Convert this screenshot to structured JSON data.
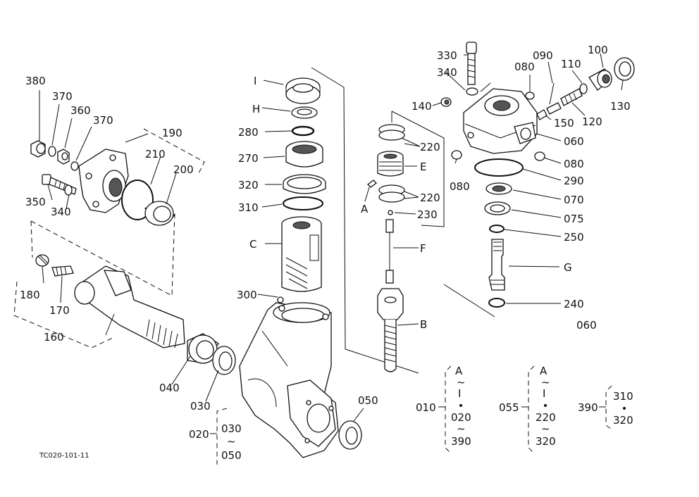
{
  "drawing_code": "TC020-101-11",
  "callouts": {
    "c380": "380",
    "c370a": "370",
    "c360": "360",
    "c370b": "370",
    "c190": "190",
    "c210": "210",
    "c200": "200",
    "c350": "350",
    "c340a": "340",
    "c180": "180",
    "c170": "170",
    "c160": "160",
    "c040": "040",
    "c030a": "030",
    "c300": "300",
    "cC": "C",
    "cI": "I",
    "cH": "H",
    "c280": "280",
    "c270": "270",
    "c320a": "320",
    "c310a": "310",
    "c050": "050",
    "cA1": "A",
    "c220a": "220",
    "cE": "E",
    "c220b": "220",
    "c230": "230",
    "cF": "F",
    "cB": "B",
    "c330": "330",
    "c340b": "340",
    "c140": "140",
    "c080a": "080",
    "c090": "090",
    "c100": "100",
    "c110": "110",
    "c130": "130",
    "c120": "120",
    "c150": "150",
    "c060a": "060",
    "c080b": "080",
    "c080c": "080",
    "c290": "290",
    "c070": "070",
    "c075": "075",
    "c250": "250",
    "cG": "G",
    "c240": "240",
    "c060b": "060"
  },
  "groups": {
    "g020": {
      "label": "020",
      "from": "030",
      "tilde": "~",
      "to": "050"
    },
    "g010": {
      "label": "010",
      "a": "A",
      "tilde1": "~",
      "i": "I",
      "from": "020",
      "tilde2": "~",
      "to": "390"
    },
    "g055": {
      "label": "055",
      "a": "A",
      "tilde": "~",
      "i": "I",
      "from": "220",
      "tilde2": "~",
      "to": "320"
    },
    "g390": {
      "label": "390",
      "from": "310",
      "to": "320"
    }
  }
}
